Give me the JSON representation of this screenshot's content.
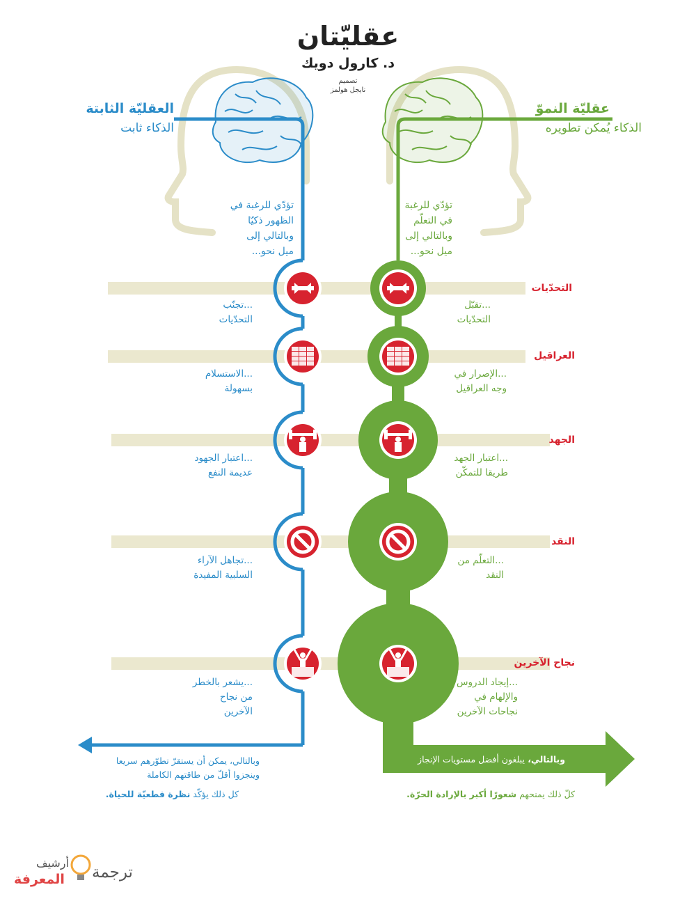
{
  "title": "عقليّتان",
  "author": "د. كارول دويك",
  "designer_label": "تصميم",
  "designer_name": "نايجل هولمز",
  "fixed": {
    "heading": "العقليّة الثابتة",
    "subheading": "الذكاء ثابت",
    "lead": [
      "تؤدّي للرغبة في",
      "الظهور ذكيّا",
      "وبالتالي إلى",
      "ميل نحو..."
    ],
    "responses": [
      [
        "...تجنّب",
        "التحدّيات"
      ],
      [
        "...الاستسلام",
        "بسهولة"
      ],
      [
        "...اعتبار الجهود",
        "عديمة النفع"
      ],
      [
        "...تجاهل الآراء",
        "السلبية المفيدة"
      ],
      [
        "...يشعر بالخطر",
        "من نجاح",
        "الآخرين"
      ]
    ],
    "result": [
      "وبالتالي، يمكن أن يستقرّ تطوّرهم سريعا",
      "وينجزوا أقلّ من طاقتهم الكاملة"
    ],
    "worldview": [
      "كل ذلك يؤكّد ",
      "نظرة قطعيّة للحياة."
    ]
  },
  "growth": {
    "heading": "عقليّة النموّ",
    "subheading": "الذكاء يُمكن تطويره",
    "lead": [
      "تؤدّي للرغبة",
      "في التعلّم",
      "وبالتالي إلى",
      "ميل نحو..."
    ],
    "responses": [
      [
        "...تقبّل",
        "التحدّيات"
      ],
      [
        "...الإصرار في",
        "وجه العراقيل"
      ],
      [
        "...اعتبار الجهد",
        "طريقا للتمكّن"
      ],
      [
        "...التعلّم من",
        "النقد"
      ],
      [
        "...إيجاد الدروس",
        "والإلهام في",
        "نجاحات الآخرين"
      ]
    ],
    "result": [
      "وبالتالي، ",
      "يبلغون أفضل مستويات الإنجاز"
    ],
    "worldview": [
      "كلّ ذلك يمنحهم ",
      "شعورًا أكبر بالإرادة الحرّة."
    ]
  },
  "categories": [
    "التحدّيات",
    "العراقيل",
    "الجهد",
    "النقد",
    "نجاح الآخرين"
  ],
  "icons": [
    "arrows-pushing-icon",
    "brick-wall-icon",
    "weightlifter-icon",
    "no-entry-icon",
    "winner-icon"
  ],
  "logo": {
    "line1": "أرشيف",
    "line2": "المعرفة",
    "line3": "ترجمة"
  },
  "colors": {
    "fixed": "#2b8cc9",
    "growth": "#6aa83c",
    "category": "#d7232f",
    "bar": "#ebe8cf",
    "head": "#e5e2c6",
    "icon_bg": "#d7232f"
  }
}
